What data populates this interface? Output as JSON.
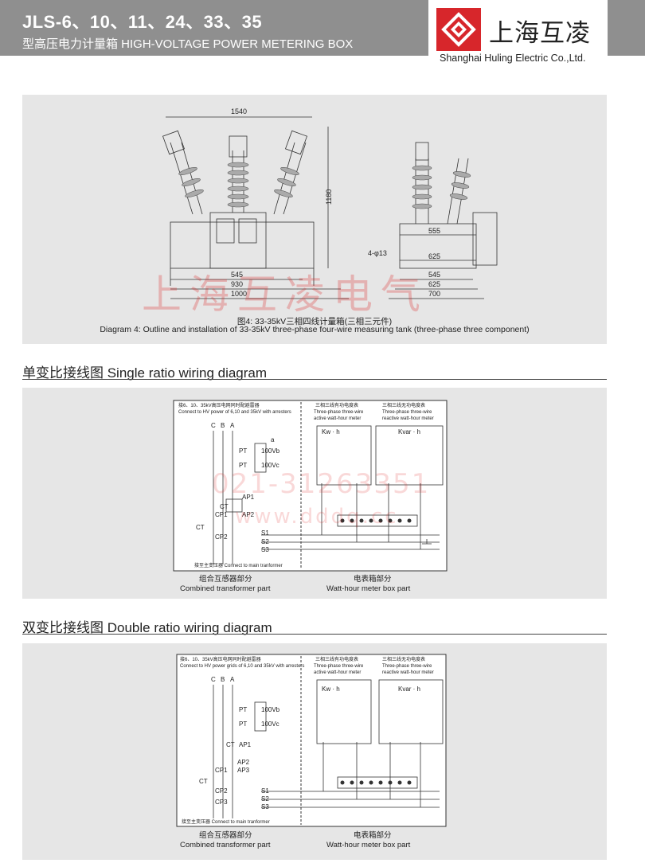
{
  "header": {
    "title": "JLS-6、10、11、24、33、35",
    "subtitle": "型高压电力计量箱 HIGH-VOLTAGE POWER METERING BOX",
    "brand_cn": "上海互凌",
    "brand_en": "Shanghai Huling Electric Co.,Ltd.",
    "brand_color": "#d7262b"
  },
  "figure1": {
    "caption_cn": "图4: 33-35kV三相四线计量箱(三相三元件)",
    "caption_en": "Diagram 4: Outline and installation of 33-35kV three-phase four-wire measuring tank (three-phase three component)",
    "front_dims": {
      "top": "1540",
      "height": "1180",
      "d1": "545",
      "d2": "930",
      "d3": "1000"
    },
    "side_dims": {
      "d555": "555",
      "d625a": "625",
      "hole": "4-φ13",
      "d545": "545",
      "d625b": "625",
      "d700": "700"
    },
    "watermark": "上海互凌电气"
  },
  "single": {
    "title": "单变比接线图  Single ratio wiring diagram",
    "top_note_cn": "接6、10、35kV高压电网同时配避雷器",
    "top_note_en": "Connect to HV power of 6,10 and 35kV with arresters",
    "meter1_cn": "三相三线有功电度表",
    "meter1_en1": "Three-phase three-wire",
    "meter1_en2": "active watt-hour meter",
    "meter2_cn": "三相三线无功电度表",
    "meter2_en1": "Three-phase three-wire",
    "meter2_en2": "reactive watt-hour meter",
    "phases": [
      "C",
      "B",
      "A"
    ],
    "kwh": "Kw · h",
    "kvarh": "Kvar · h",
    "pt": "PT",
    "v1": "100Vb",
    "v2": "100Vc",
    "a": "a",
    "ct": "CT",
    "cp1": "CP1",
    "cp2": "CP2",
    "ap1": "AP1",
    "ap2": "AP2",
    "s1": "S1",
    "s2": "S2",
    "s3": "S3",
    "bottom_note": "接至主变压器 Connect to main tranformer",
    "label_left_cn": "组合互感器部分",
    "label_left_en": "Combined transformer part",
    "label_right_cn": "电表箱部分",
    "label_right_en": "Watt-hour meter box part",
    "watermark_phone": "021-31263351",
    "watermark_site": "www.dddq.cc"
  },
  "double": {
    "title": "双变比接线图  Double ratio wiring diagram",
    "top_note_cn": "接6、10、35kV高压电网同时配避雷器",
    "top_note_en": "Connect to HV power grids of 6,10 and 35kV with arresters",
    "meter1_cn": "三相三线有功电度表",
    "meter1_en1": "Three-phase three-wire",
    "meter1_en2": "active watt-hour meter",
    "meter2_cn": "三相三线无功电度表",
    "meter2_en1": "Three-phase three-wire",
    "meter2_en2": "reactive watt-hour meter",
    "phases": [
      "C",
      "B",
      "A"
    ],
    "kwh": "Kw · h",
    "kvarh": "Kvar · h",
    "pt": "PT",
    "v1": "100Vb",
    "v2": "100Vc",
    "ct": "CT",
    "cp1": "CP1",
    "cp2": "CP2",
    "cp3": "CP3",
    "ap1": "AP1",
    "ap2": "AP2",
    "ap3": "AP3",
    "s1": "S1",
    "s2": "S2",
    "s3": "S3",
    "bottom_note": "接至主变压器 Connect to main tranformer",
    "label_left_cn": "组合互感器部分",
    "label_left_en": "Combined transformer part",
    "label_right_cn": "电表箱部分",
    "label_right_en": "Watt-hour meter box part"
  }
}
